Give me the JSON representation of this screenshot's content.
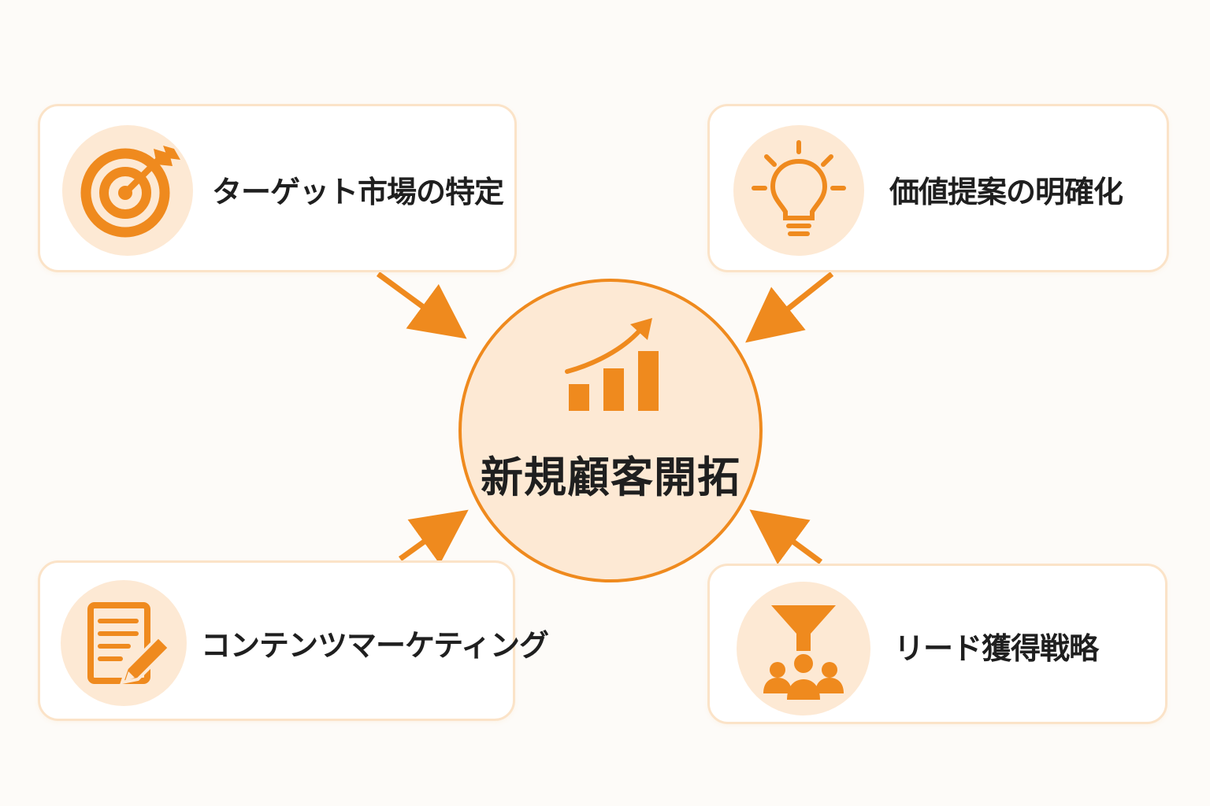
{
  "center": {
    "title": "新規顧客開拓",
    "icon": "growth-chart-icon"
  },
  "cards": [
    {
      "label": "ターゲット市場の特定",
      "icon": "target-icon"
    },
    {
      "label": "価値提案の明確化",
      "icon": "lightbulb-icon"
    },
    {
      "label": "コンテンツマーケティング",
      "icon": "document-edit-icon"
    },
    {
      "label": "リード獲得戦略",
      "icon": "funnel-people-icon"
    }
  ],
  "colors": {
    "accent": "#ef8a1e",
    "icon_bg": "#fde9d4",
    "card_border": "#fbe3c8",
    "background": "#fdfbf8",
    "text": "#1f1f1f"
  }
}
